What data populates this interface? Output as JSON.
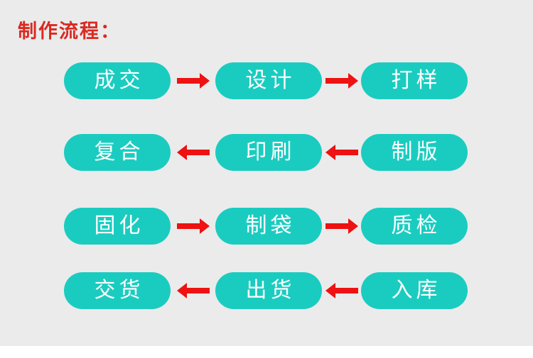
{
  "title": "制作流程：",
  "colors": {
    "background": "#EBEBEB",
    "footer_strip": "#FFFFFF",
    "pill": "#1ACCC0",
    "pill_text": "#FFFFFF",
    "arrow": "#EE1212",
    "title_text": "#D92A21"
  },
  "flow": {
    "rows": [
      {
        "direction": "right",
        "steps": [
          "成交",
          "设计",
          "打样"
        ]
      },
      {
        "direction": "left",
        "steps": [
          "复合",
          "印刷",
          "制版"
        ]
      },
      {
        "direction": "right",
        "steps": [
          "固化",
          "制袋",
          "质检"
        ]
      },
      {
        "direction": "left",
        "steps": [
          "交货",
          "出货",
          "入库"
        ]
      }
    ]
  }
}
